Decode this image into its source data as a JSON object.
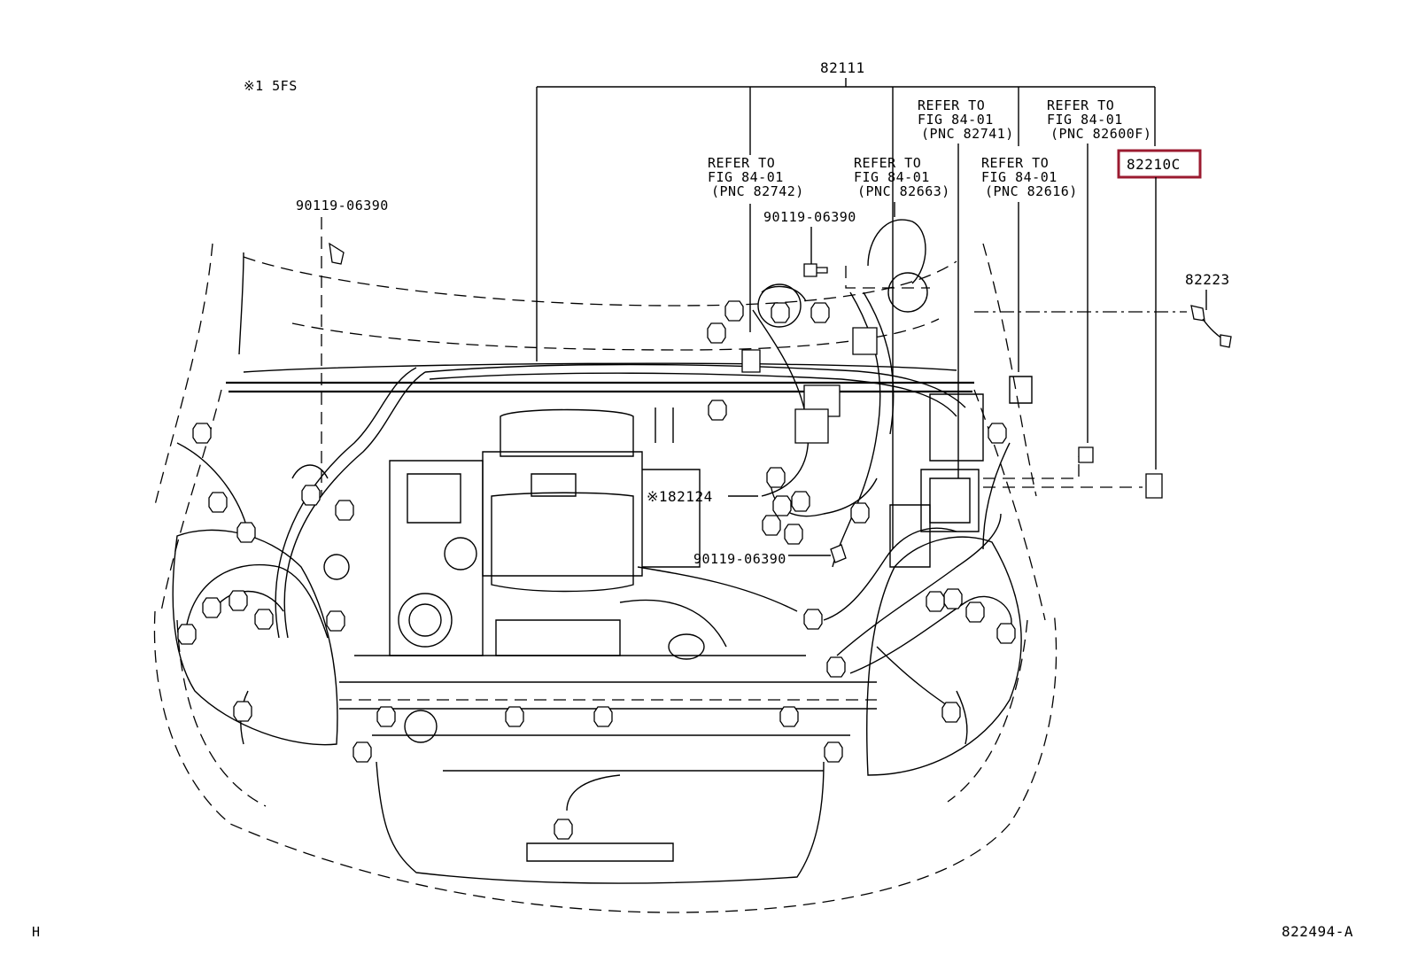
{
  "diagram": {
    "note": "※1 5FS",
    "corner_left": "H",
    "figure_id": "822494-A",
    "highlight_color": "#9b1b30",
    "labels": {
      "main_harness": "82111",
      "highlighted_part": "82210C",
      "sensor_wire": "82223",
      "sub_harness": "※182124",
      "bolt_left": "90119-06390",
      "bolt_center_top": "90119-06390",
      "bolt_center_bottom": "90119-06390"
    },
    "refer_blocks": [
      {
        "l1": "REFER TO",
        "l2": "FIG 84-01",
        "l3": "(PNC 82742)"
      },
      {
        "l1": "REFER TO",
        "l2": "FIG 84-01",
        "l3": "(PNC 82663)"
      },
      {
        "l1": "REFER TO",
        "l2": "FIG 84-01",
        "l3": "(PNC 82741)"
      },
      {
        "l1": "REFER TO",
        "l2": "FIG 84-01",
        "l3": "(PNC 82616)"
      },
      {
        "l1": "REFER TO",
        "l2": "FIG 84-01",
        "l3": "(PNC 82600F)"
      }
    ]
  }
}
